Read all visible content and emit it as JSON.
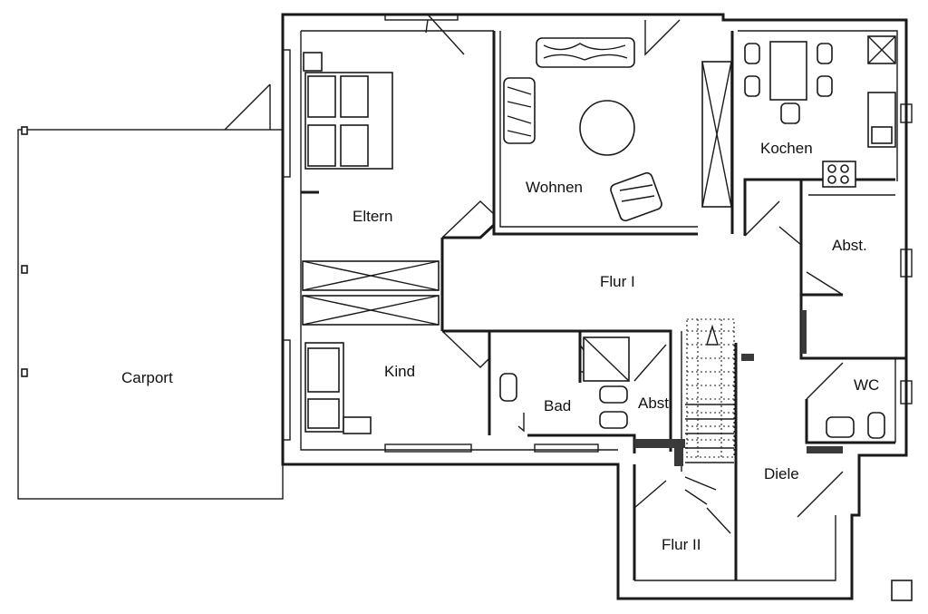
{
  "rooms": {
    "carport": "Carport",
    "eltern": "Eltern",
    "wohnen": "Wohnen",
    "kochen": "Kochen",
    "abst_right": "Abst.",
    "flur_1": "Flur I",
    "kind": "Kind",
    "bad": "Bad",
    "abst_center": "Abst.",
    "wc": "WC",
    "diele": "Diele",
    "flur_2": "Flur II"
  },
  "colors": {
    "line": "#1a1a1a",
    "background": "#ffffff",
    "hatch": "#3a3a3a"
  }
}
